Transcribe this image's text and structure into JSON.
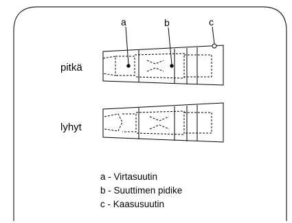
{
  "labels": {
    "a": "a",
    "b": "b",
    "c": "c",
    "long": "pitkä",
    "short": "lyhyt"
  },
  "legend": [
    "a - Virtasuutin",
    "b - Suuttimen pidike",
    "c - Kaasusuutin"
  ]
}
